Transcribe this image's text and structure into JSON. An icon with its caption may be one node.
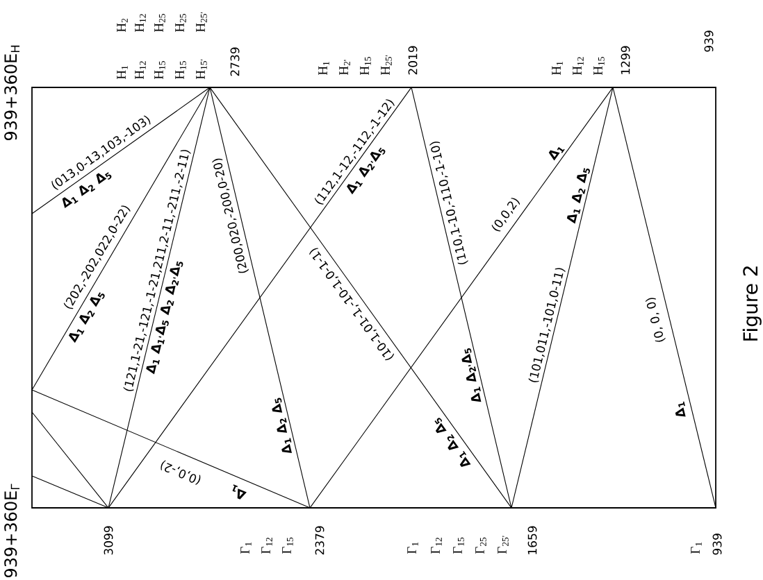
{
  "diagram": {
    "caption": "Figure 2",
    "nodes": [
      {
        "text": [
          "2739"
        ],
        "beside": [
          "H$_{1}$",
          "H$_{2}$",
          "H$_{12}$",
          "H$_{12}$",
          "H$_{15}$",
          "H$_{25}$",
          "H$_{15}$",
          "H$_{25}$",
          "H$_{15'}$",
          "H$_{25'}$"
        ]
      },
      {
        "text": [
          "2019"
        ],
        "beside": [
          "H$_{1}$",
          "H$_{2'}$",
          "H$_{15}$",
          "H$_{25'}$"
        ]
      },
      {
        "text": [
          "1299"
        ],
        "beside": [
          "H$_{1}$",
          "H$_{12}$",
          "H$_{15}$"
        ]
      },
      {
        "text": [
          "3099"
        ]
      },
      {
        "text": [
          "2379"
        ],
        "beside": [
          "Γ$_{1}$",
          "Γ$_{12}$",
          "Γ$_{15}$"
        ]
      },
      {
        "text": [
          "1659"
        ],
        "beside": [
          "Γ$_{1}$",
          "Γ$_{12}$",
          "Γ$_{15}$",
          "Γ$_{25}$",
          "Γ$_{25'}$"
        ]
      },
      {
        "text": [
          "939"
        ],
        "beside": [
          "Γ$_{1}$"
        ]
      }
    ],
    "edges": [
      {
        "from": 0,
        "to": null,
        "arrow": "none",
        "label": "(013,0-13,103,-103)"
      },
      {
        "from": 0,
        "to": null,
        "arrow": "none",
        "label": "(202,-202,022,0-22)"
      },
      {
        "from": 0,
        "to": 3,
        "arrow": "none",
        "label": "(121,1-21,-121,-1-21,211,2-11,-211,-2-11)"
      },
      {
        "from": 0,
        "to": 4,
        "arrow": "none",
        "label": "(200,020,-200,0-20)"
      },
      {
        "from": 0,
        "to": 5,
        "arrow": "none",
        "label": "(10-1,01-1,-10-1,0-1-1)"
      },
      {
        "from": 1,
        "to": 3,
        "arrow": "none",
        "label": "(112,1-12,-112,-1-12)"
      },
      {
        "from": 1,
        "to": 5,
        "arrow": "none",
        "label": "(110,1-10,-110,-1-10)"
      },
      {
        "from": 2,
        "to": 4,
        "arrow": "none",
        "label": "(0,0,2)"
      },
      {
        "from": 2,
        "to": 5,
        "arrow": "none",
        "label": "(101,011,-101,0-11)"
      },
      {
        "from": 2,
        "to": 6,
        "arrow": "none",
        "label": "(0, 0, 0)"
      },
      {
        "from": 4,
        "to": null,
        "arrow": "none",
        "label": "(0,0,-2)"
      },
      {
        "from": 3,
        "to": null,
        "arrow": "none"
      },
      {
        "from": 3,
        "to": null,
        "arrow": "none"
      }
    ],
    "labels": [
      "939+360E$_{H}$",
      "939",
      "Δ$_{1}$ Δ$_{2}$ Δ$_{5}$",
      "Δ$_{1}$ Δ$_{2}$ Δ$_{5}$",
      "Δ$_{1}$ Δ$_{1'}$Δ$_{5}$ Δ$_{2}$ Δ$_{2'}$Δ$_{5}$",
      "Δ$_{1}$ Δ$_{2}$ Δ$_{5}$",
      "Δ$_{1}$ Δ$_{2}$ Δ$_{5}$",
      "Δ$_{1}$ Δ$_{2'}$Δ$_{5}$",
      "Δ$_{1}$ Δ$_{2'}$Δ$_{5}$",
      "Δ$_{1}$",
      "Δ$_{1}$ Δ$_{2}$ Δ$_{5}$",
      "Δ$_{1}$",
      "Δ$_{1}$",
      "939+360E$_{Γ}$"
    ]
  }
}
